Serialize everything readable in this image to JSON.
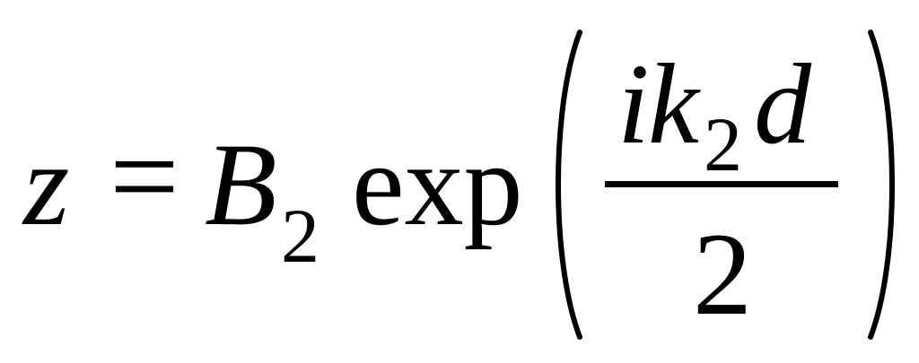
{
  "formula": {
    "lhs": "z",
    "equals": "=",
    "coefficient": "B",
    "coefficient_subscript": "2",
    "function": "exp",
    "numerator_i": "i",
    "numerator_k": "k",
    "numerator_k_subscript": "2",
    "numerator_d": "d",
    "denominator": "2",
    "left_paren": "(",
    "right_paren": ")"
  }
}
